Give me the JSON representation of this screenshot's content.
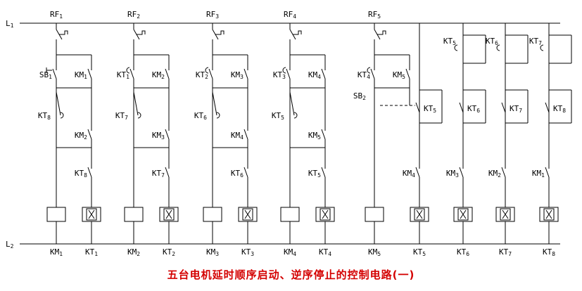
{
  "caption": "五台电机延时顺序启动、逆序停止的控制电路(一)",
  "colors": {
    "lines": "#000000",
    "caption": "#d40000"
  },
  "rails": {
    "top": "L1",
    "bottom": "L2"
  },
  "fuses": [
    "RF1",
    "RF2",
    "RF3",
    "RF4",
    "RF5"
  ],
  "buttons": [
    "SB1",
    "SB2"
  ],
  "branches": [
    {
      "hold": "KM1",
      "timer_nc": "KT8",
      "contacts": [
        "KM2",
        "KT8"
      ],
      "coil": "KM1",
      "coil_timer": "KT1",
      "push": "SB1"
    },
    {
      "hold": "KM2",
      "timer_nc": "KT7",
      "contacts": [
        "KM3",
        "KT7"
      ],
      "coil": "KM2",
      "coil_timer": "KT2",
      "start": "KT1"
    },
    {
      "hold": "KM3",
      "timer_nc": "KT6",
      "contacts": [
        "KM4",
        "KT6"
      ],
      "coil": "KM3",
      "coil_timer": "KT3",
      "start": "KT2"
    },
    {
      "hold": "KM4",
      "timer_nc": "KT5",
      "contacts": [
        "KM5",
        "KT5"
      ],
      "coil": "KM4",
      "coil_timer": "KT4",
      "start": "KT3"
    },
    {
      "hold": "KM5",
      "start": "KT4",
      "coil": "KM5"
    }
  ],
  "stop_branches": [
    {
      "hold": "KT5",
      "contact": "KM4",
      "coil": "KT5",
      "push": "SB2"
    },
    {
      "start": "KT5",
      "hold": "KT6",
      "contact": "KM3",
      "coil": "KT6"
    },
    {
      "start": "KT6",
      "hold": "KT7",
      "contact": "KM2",
      "coil": "KT7"
    },
    {
      "start": "KT7",
      "hold": "KT8",
      "contact": "KM1",
      "coil": "KT8"
    }
  ]
}
